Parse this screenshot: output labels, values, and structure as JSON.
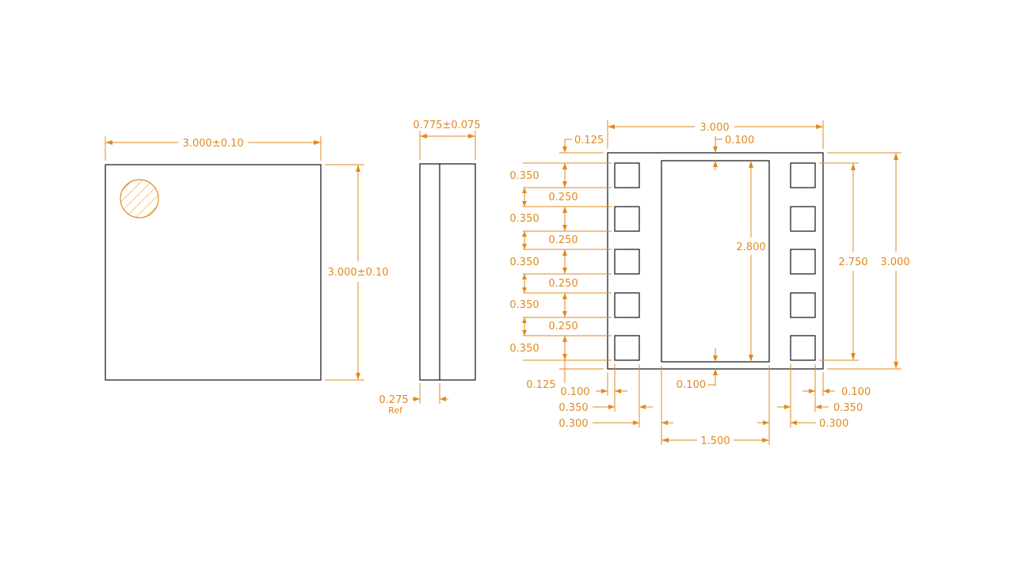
{
  "labels": {
    "top_width": "3.000±0.10",
    "top_height": "3.000±0.10",
    "side_thickness": "0.775±0.075",
    "side_ref_value": "0.275",
    "side_ref_note": "Ref",
    "bottom_width": "3.000",
    "bottom_height": "3.000",
    "pad_pitch_outer": "0.125",
    "pad_edge_top": "0.100",
    "pad_len_1": "0.350",
    "pad_gap_1": "0.250",
    "pad_len_2": "0.350",
    "pad_gap_2": "0.250",
    "pad_len_3": "0.350",
    "pad_gap_3": "0.250",
    "pad_len_4": "0.350",
    "pad_gap_4": "0.250",
    "pad_len_5": "0.350",
    "pad_bottom_margin": "0.125",
    "paddle_height": "2.800",
    "pad_span": "2.750",
    "paddle_edge_bottom": "0.100",
    "left_edge": "0.100",
    "left_pad_width": "0.350",
    "left_gap": "0.300",
    "paddle_width": "1.500",
    "right_edge": "0.100",
    "right_pad_width": "0.350",
    "right_gap": "0.300"
  },
  "colors": {
    "dimension": "#e08a1e",
    "outline": "#111111"
  }
}
